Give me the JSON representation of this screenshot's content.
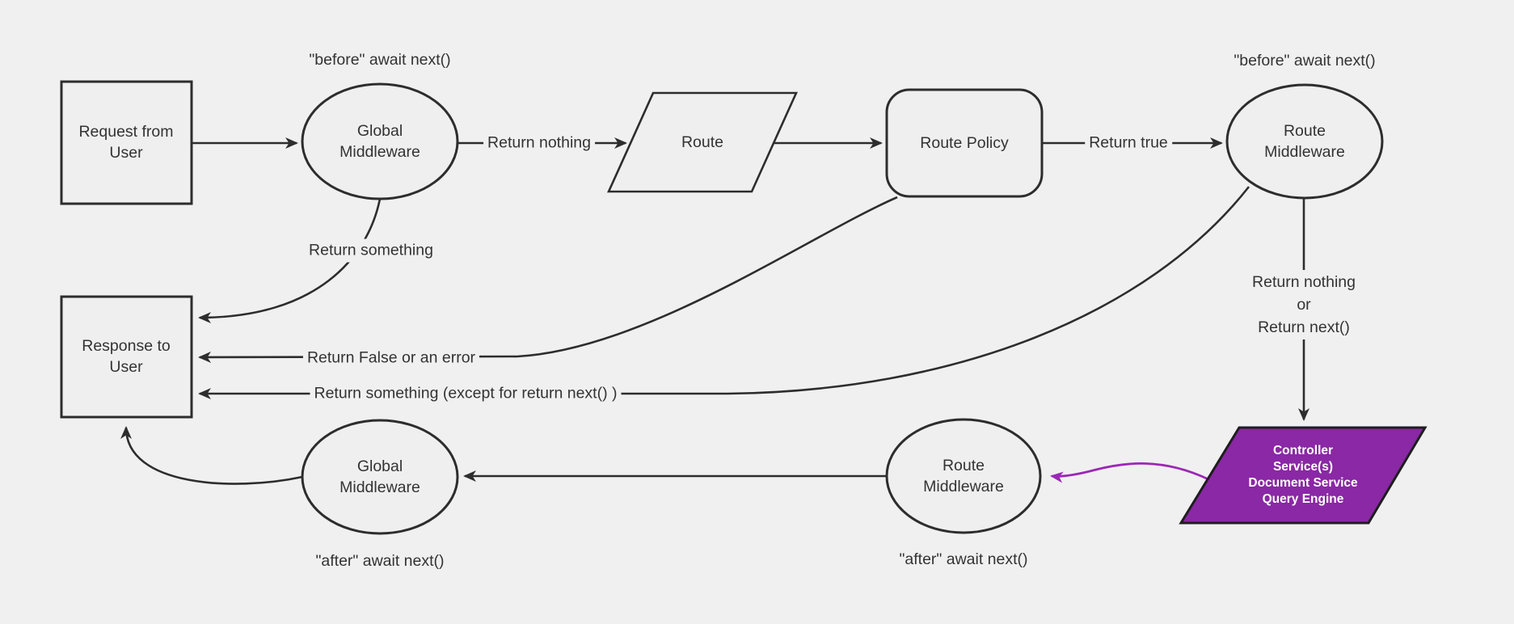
{
  "diagram": {
    "nodes": {
      "request": {
        "label": "Request from\nUser"
      },
      "global_middleware_top": {
        "label": "Global\nMiddleware"
      },
      "route": {
        "label": "Route"
      },
      "route_policy": {
        "label": "Route Policy"
      },
      "route_middleware_top": {
        "label": "Route\nMiddleware"
      },
      "response": {
        "label": "Response to\nUser"
      },
      "controller": {
        "label": "Controller\nService(s)\nDocument Service\nQuery Engine"
      },
      "route_middleware_bottom": {
        "label": "Route\nMiddleware"
      },
      "global_middleware_bottom": {
        "label": "Global\nMiddleware"
      }
    },
    "annotations": {
      "before_global": "\"before\" await next()",
      "before_route": "\"before\" await next()",
      "after_global": "\"after\" await next()",
      "after_route": "\"after\" await next()"
    },
    "edge_labels": {
      "return_nothing": "Return nothing",
      "return_true": "Return true",
      "return_something": "Return something",
      "return_false_or_error": "Return False or an error",
      "return_something_except": "Return something (except for return next() )",
      "return_nothing_or_next": "Return nothing\nor\nReturn next()"
    },
    "colors": {
      "background": "#f0f0f0",
      "node_fill": "#efefef",
      "stroke": "#2d2d2d",
      "text": "#333333",
      "controller_fill": "#8a28a5",
      "controller_text": "#ffffff",
      "purple_edge": "#9c27b5"
    }
  }
}
